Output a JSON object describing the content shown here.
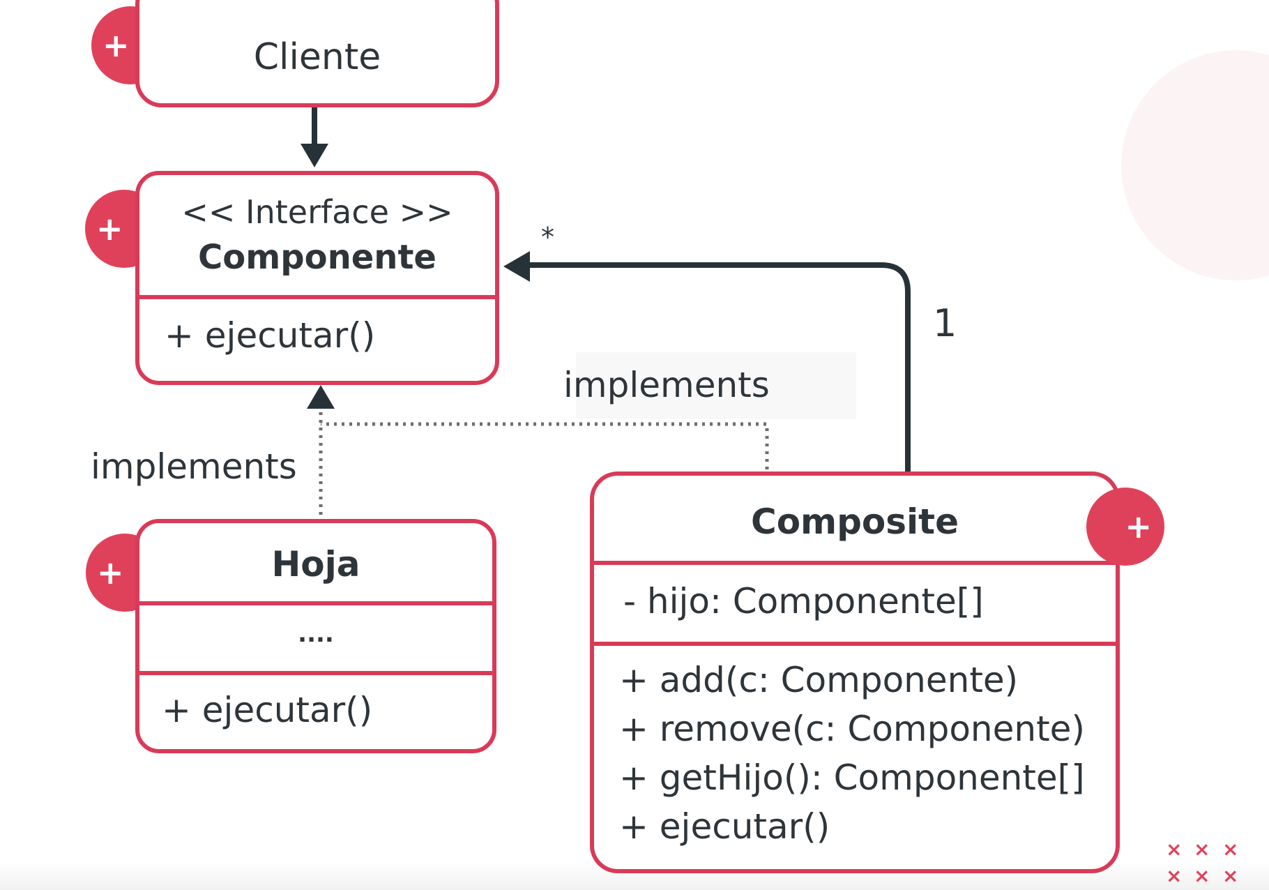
{
  "colors": {
    "accent": "#d93a58",
    "badge": "#e0415a",
    "ink": "#2e353a",
    "connector": "#263238"
  },
  "icons": {
    "badge_icon": "plus-icon",
    "decoration_icon": "x-mark-icon"
  },
  "classes": {
    "cliente": {
      "badge": "+",
      "name": "Cliente"
    },
    "componente": {
      "badge": "+",
      "stereotype": "<< Interface >>",
      "name": "Componente",
      "methods": [
        "+ ejecutar()"
      ]
    },
    "hoja": {
      "badge": "+",
      "name": "Hoja",
      "attributes": [
        "...."
      ],
      "methods": [
        "+ ejecutar()"
      ]
    },
    "composite": {
      "badge": "+",
      "name": "Composite",
      "attributes": [
        "- hijo: Componente[]"
      ],
      "methods": [
        "+ add(c: Componente)",
        "+ remove(c: Componente)",
        "+ getHijo(): Componente[]",
        "+ ejecutar()"
      ]
    }
  },
  "relations": {
    "hoja_implements": "implements",
    "composite_implements": "implements",
    "aggregation_many": "*",
    "aggregation_one": "1"
  },
  "decoration": {
    "marks": [
      "×",
      "×",
      "×",
      "×",
      "×",
      "×"
    ]
  }
}
